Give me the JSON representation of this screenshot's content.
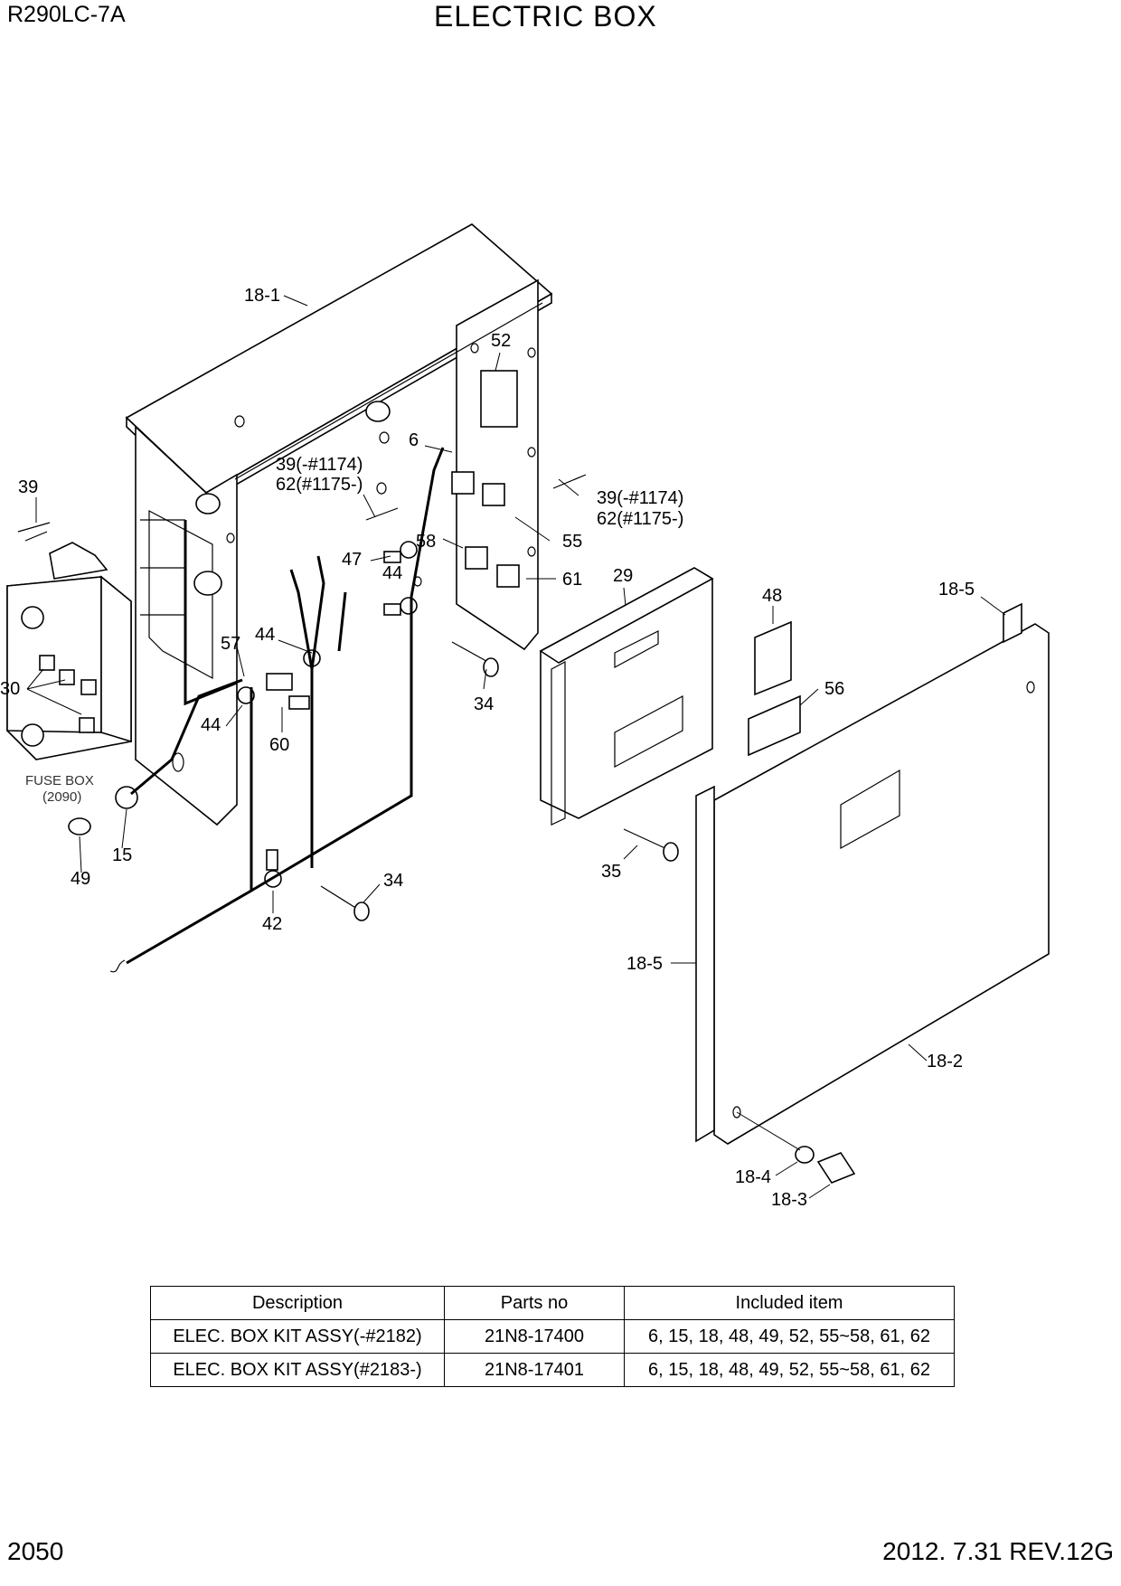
{
  "header": {
    "model": "R290LC-7A",
    "title": "ELECTRIC BOX"
  },
  "footer": {
    "page": "2050",
    "revision": "2012. 7.31  REV.12G"
  },
  "diagram": {
    "callouts": {
      "c18_1": "18-1",
      "c52": "52",
      "c6": "6",
      "c39a_line1": "39(-#1174)",
      "c39a_line2": "62(#1175-)",
      "c39b_line1": "39(-#1174)",
      "c39b_line2": "62(#1175-)",
      "c39": "39",
      "c47": "47",
      "c58": "58",
      "c55": "55",
      "c44a": "44",
      "c61": "61",
      "c29": "29",
      "c48": "48",
      "c18_5a": "18-5",
      "c57": "57",
      "c44b": "44",
      "c30": "30",
      "c34a": "34",
      "c56": "56",
      "c44c": "44",
      "c60": "60",
      "fuse_line1": "FUSE BOX",
      "fuse_line2": "(2090)",
      "c15": "15",
      "c49": "49",
      "c35": "35",
      "c34b": "34",
      "c42": "42",
      "c18_5b": "18-5",
      "c18_2": "18-2",
      "c18_4": "18-4",
      "c18_3": "18-3"
    }
  },
  "parts_table": {
    "headers": [
      "Description",
      "Parts no",
      "Included item"
    ],
    "rows": [
      [
        "ELEC. BOX KIT ASSY(-#2182)",
        "21N8-17400",
        "6, 15, 18, 48, 49, 52, 55~58, 61, 62"
      ],
      [
        "ELEC. BOX KIT ASSY(#2183-)",
        "21N8-17401",
        "6, 15, 18, 48, 49, 52, 55~58, 61, 62"
      ]
    ]
  }
}
